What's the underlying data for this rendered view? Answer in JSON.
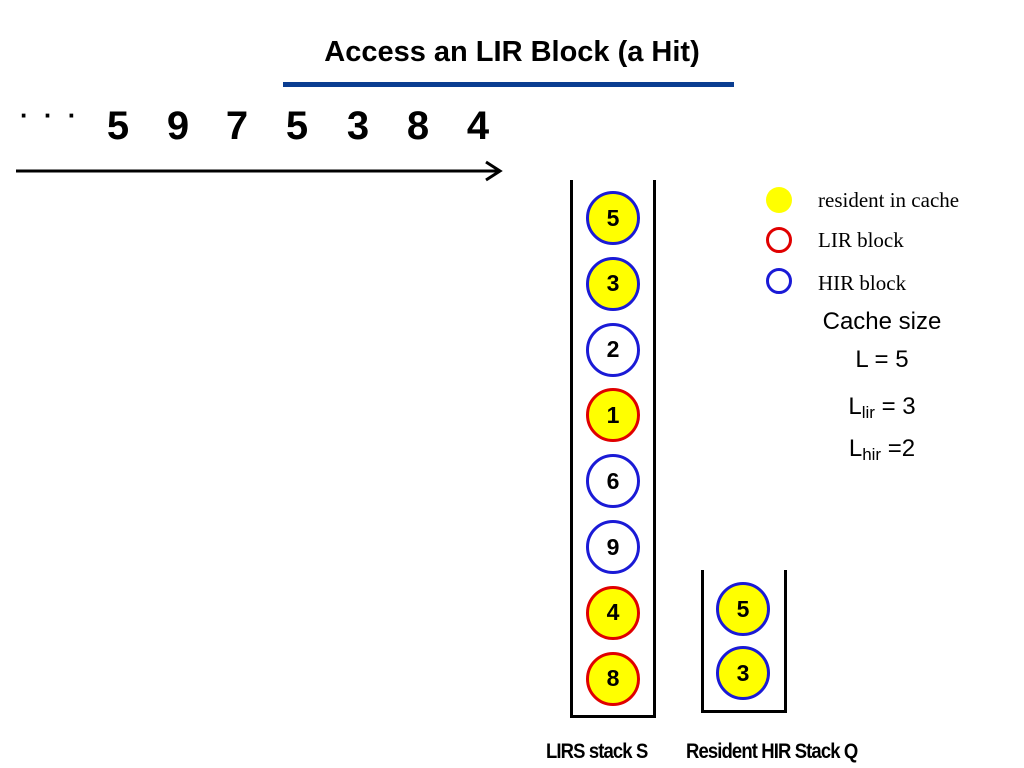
{
  "title": "Access an LIR Block (a Hit)",
  "colors": {
    "title_bar": "#0a3d91",
    "resident_fill": "#ffff00",
    "lir_border": "#e00000",
    "hir_border": "#1a1ad6",
    "non_resident_fill": "#ffffff"
  },
  "sequence": {
    "ellipsis": "· · ·",
    "items": [
      "5",
      "9",
      "7",
      "5",
      "3",
      "8",
      "4"
    ]
  },
  "lirs_stack": {
    "label": "LIRS stack S",
    "blocks": [
      {
        "label": "5",
        "resident": true,
        "type": "HIR"
      },
      {
        "label": "3",
        "resident": true,
        "type": "HIR"
      },
      {
        "label": "2",
        "resident": false,
        "type": "HIR"
      },
      {
        "label": "1",
        "resident": true,
        "type": "LIR"
      },
      {
        "label": "6",
        "resident": false,
        "type": "HIR"
      },
      {
        "label": "9",
        "resident": false,
        "type": "HIR"
      },
      {
        "label": "4",
        "resident": true,
        "type": "LIR"
      },
      {
        "label": "8",
        "resident": true,
        "type": "LIR"
      }
    ]
  },
  "hir_stack": {
    "label": "Resident HIR Stack Q",
    "blocks": [
      {
        "label": "5",
        "resident": true,
        "type": "HIR"
      },
      {
        "label": "3",
        "resident": true,
        "type": "HIR"
      }
    ]
  },
  "legend": {
    "resident": "resident in cache",
    "lir": "LIR block",
    "hir": "HIR block"
  },
  "cache": {
    "heading": "Cache size",
    "total": "L = 5",
    "lir_base": "L",
    "lir_sub": "lir",
    "lir_value": " = 3",
    "hir_base": "L",
    "hir_sub": "hir",
    "hir_value": " =2"
  }
}
